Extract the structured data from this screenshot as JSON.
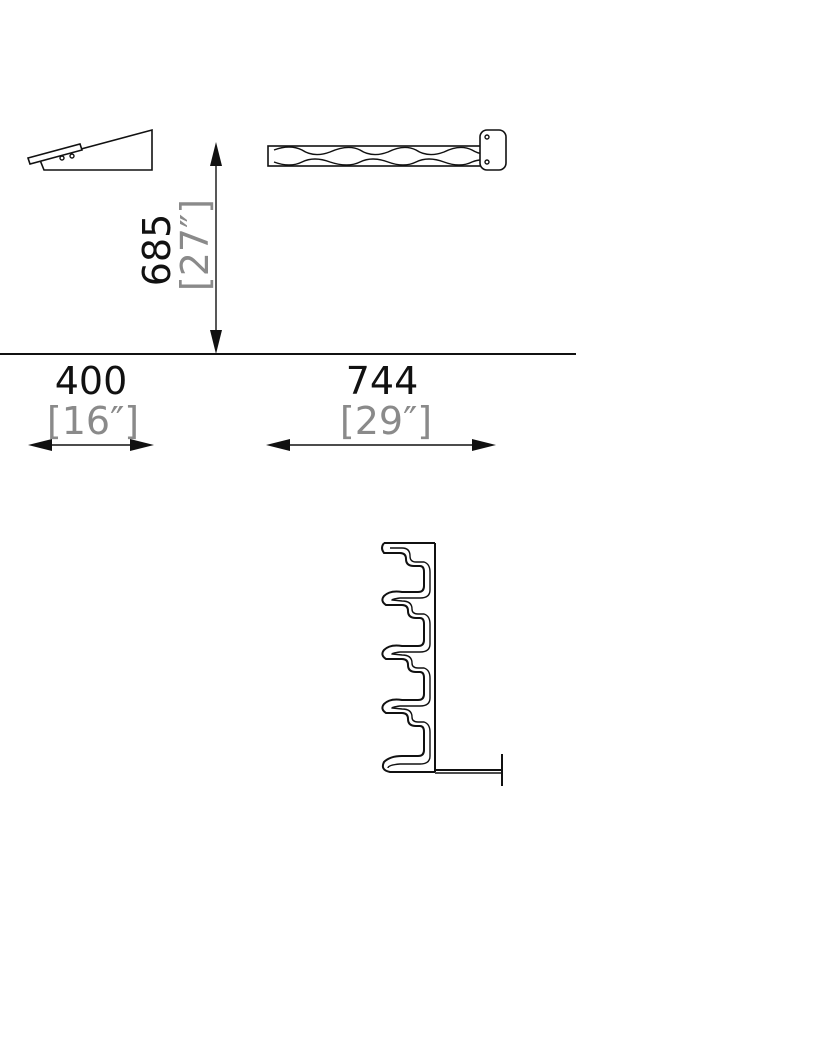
{
  "dimensions": {
    "height": {
      "metric": "685",
      "imperial": "[27″]"
    },
    "depth": {
      "metric": "400",
      "imperial": "[16″]"
    },
    "width": {
      "metric": "744",
      "imperial": "[29″]"
    }
  },
  "colors": {
    "line": "#111111",
    "imperial_text": "#8a8a8a",
    "background": "#ffffff"
  }
}
